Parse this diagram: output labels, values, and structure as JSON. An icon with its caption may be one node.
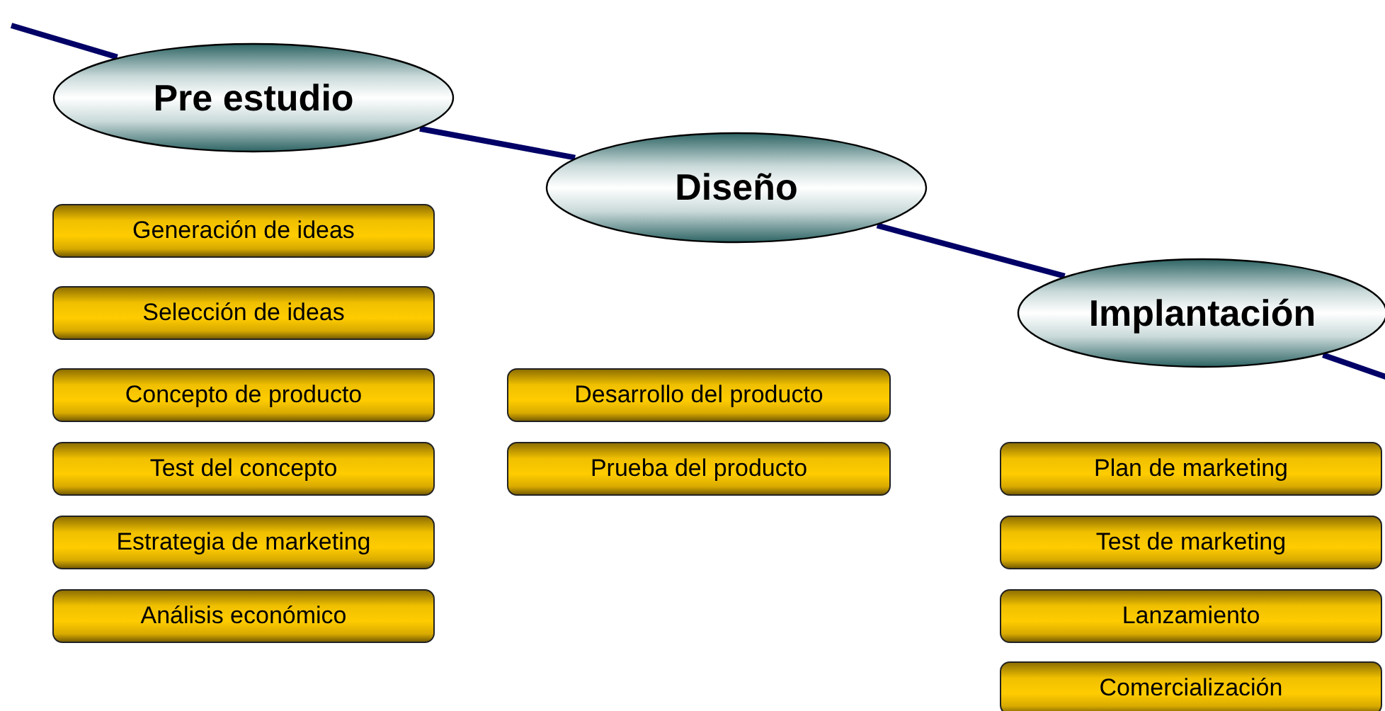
{
  "diagram": {
    "nodes": [
      {
        "text": [
          "Pre estudio"
        ]
      },
      {
        "text": [
          "Diseño"
        ]
      },
      {
        "text": [
          "Implantación"
        ]
      },
      {
        "text": [
          "Generación de ideas"
        ]
      },
      {
        "text": [
          "Selección de ideas"
        ]
      },
      {
        "text": [
          "Concepto de producto"
        ]
      },
      {
        "text": [
          "Test del concepto"
        ]
      },
      {
        "text": [
          "Estrategia de marketing"
        ]
      },
      {
        "text": [
          "Análisis económico"
        ]
      },
      {
        "text": [
          "Desarrollo del producto"
        ]
      },
      {
        "text": [
          "Prueba del producto"
        ]
      },
      {
        "text": [
          "Plan de marketing"
        ]
      },
      {
        "text": [
          "Test de marketing"
        ]
      },
      {
        "text": [
          "Lanzamiento"
        ]
      },
      {
        "text": [
          "Comercialización"
        ]
      }
    ],
    "edges": [
      {
        "from": null,
        "to": 0,
        "arrow": "none"
      },
      {
        "from": 0,
        "to": 1,
        "arrow": "none"
      },
      {
        "from": 1,
        "to": 2,
        "arrow": "none"
      },
      {
        "from": 2,
        "to": null,
        "arrow": "none"
      }
    ]
  }
}
